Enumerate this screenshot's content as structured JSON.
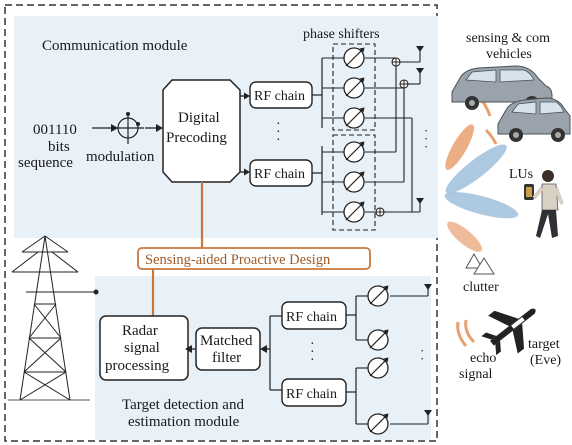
{
  "communication": {
    "title": "Communication module",
    "phase_shifters": "phase shifters",
    "bits": "001110",
    "bits_line2": "bits",
    "bits_line3": "sequence",
    "modulation": "modulation",
    "digital_line1": "Digital",
    "digital_line2": "Precoding",
    "rf1": "RF chain",
    "rf2": "RF chain"
  },
  "proactive": {
    "label": "Sensing-aided Proactive Design"
  },
  "sensing": {
    "radar_line1": "Radar",
    "radar_line2": "signal",
    "radar_line3": "processing",
    "matched_line1": "Matched",
    "matched_line2": "filter",
    "rf1": "RF chain",
    "rf2": "RF chain",
    "title_line1": "Target detection and",
    "title_line2": "estimation module"
  },
  "environment": {
    "vehicles_line1": "sensing & com",
    "vehicles_line2": "vehicles",
    "lus": "LUs",
    "clutter": "clutter",
    "echo_line1": "echo",
    "echo_line2": "signal",
    "target_line1": "target",
    "target_line2": "(Eve)"
  },
  "colors": {
    "module_fill": "#e8f0f8",
    "proactive_orange": "#c8783e",
    "beam_blue": "#9fbfdc",
    "beam_orange": "#e8a070",
    "vehicle_gray": "#9aa3ab"
  }
}
